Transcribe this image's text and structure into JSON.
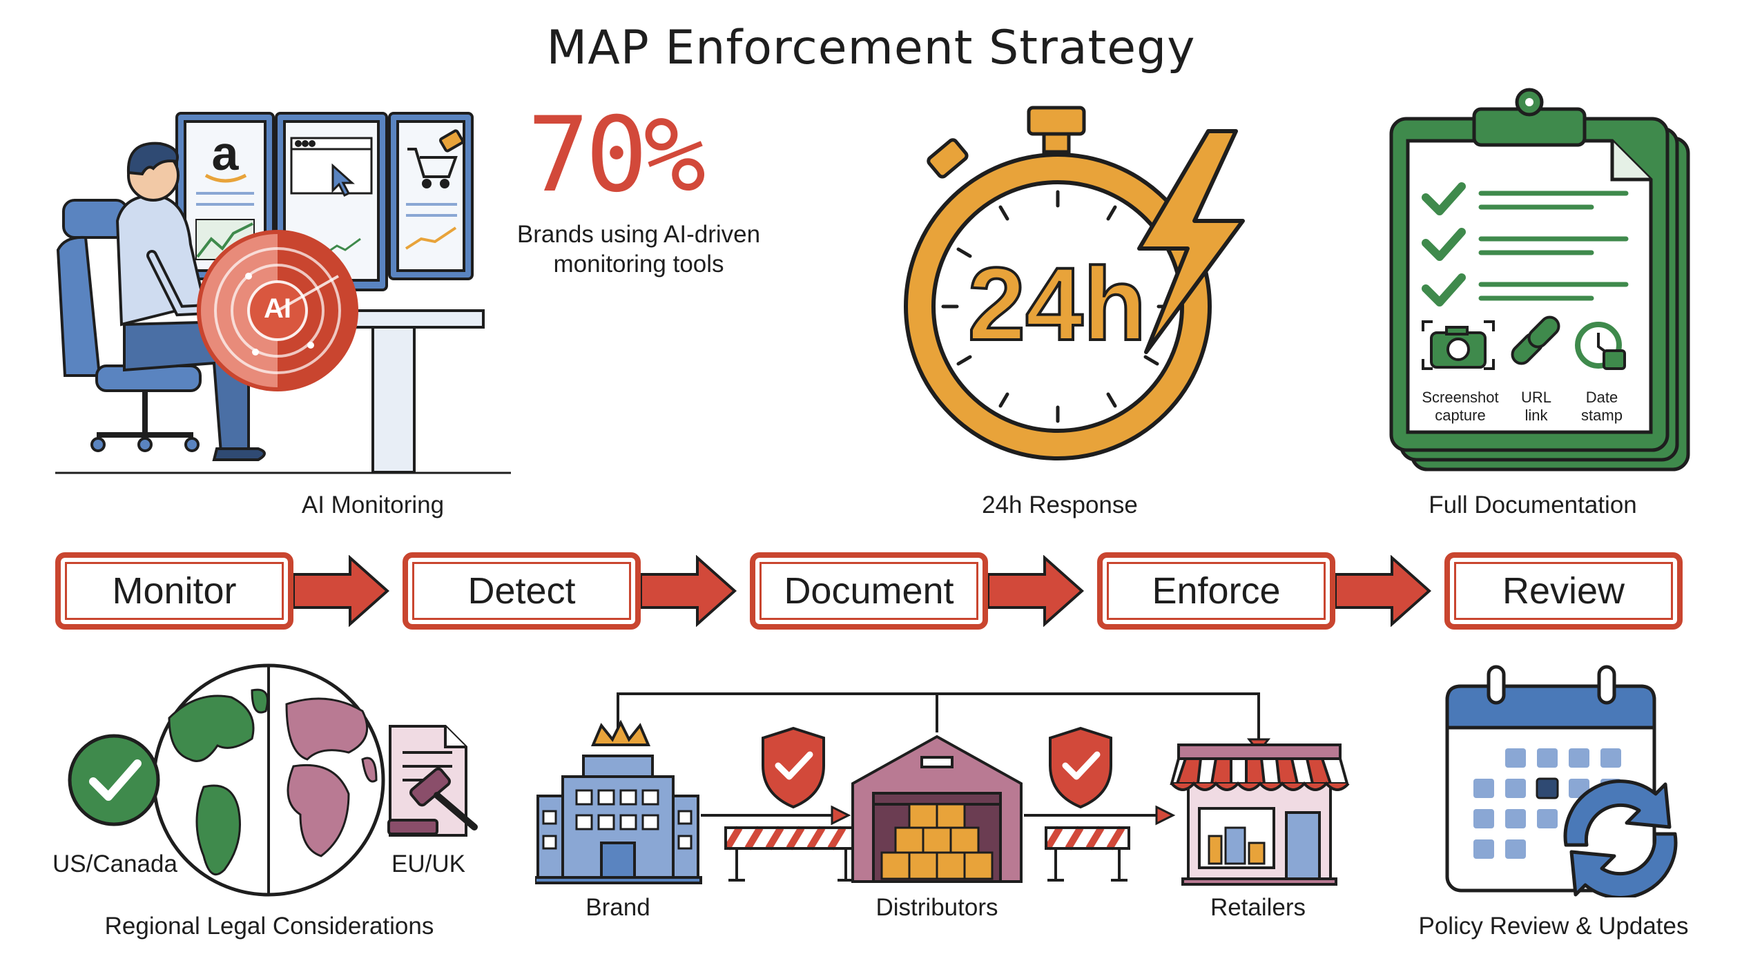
{
  "title": "MAP Enforcement Strategy",
  "top": {
    "ai_monitoring": {
      "stat_value": "70%",
      "stat_label": "Brands using AI-driven monitoring tools",
      "badge": "AI",
      "caption": "AI Monitoring"
    },
    "response": {
      "timer_text": "24h",
      "caption": "24h Response"
    },
    "documentation": {
      "caption": "Full Documentation",
      "icons": [
        {
          "icon": "camera-icon",
          "label": "Screenshot capture"
        },
        {
          "icon": "link-icon",
          "label": "URL link"
        },
        {
          "icon": "clock-calendar-icon",
          "label": "Date stamp"
        }
      ]
    }
  },
  "process": {
    "steps": [
      "Monitor",
      "Detect",
      "Document",
      "Enforce",
      "Review"
    ]
  },
  "bottom": {
    "legal": {
      "caption": "Regional Legal Considerations",
      "left_label": "US/Canada",
      "right_label": "EU/UK"
    },
    "chain": {
      "brand": "Brand",
      "distributors": "Distributors",
      "retailers": "Retailers"
    },
    "policy": {
      "caption": "Policy Review & Updates"
    }
  },
  "colors": {
    "accent_red": "#c9452f",
    "accent_orange": "#e8a33a",
    "accent_green": "#3f8a4c",
    "accent_blue": "#4a79b8",
    "accent_mauve": "#b97a93"
  }
}
